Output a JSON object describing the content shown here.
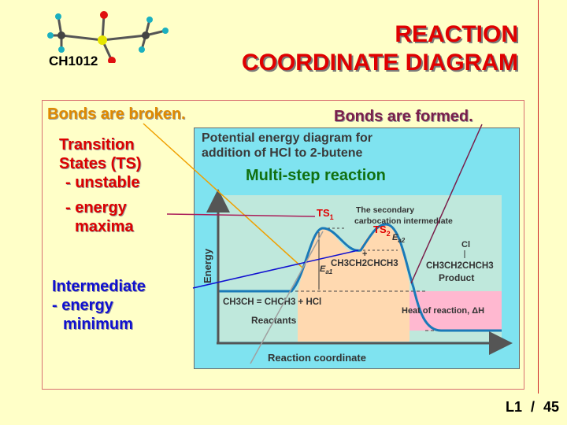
{
  "header": {
    "course_code": "CH1012",
    "title_line1": "REACTION",
    "title_line2": "COORDINATE DIAGRAM"
  },
  "annotations": {
    "bonds_broken": "Bonds are broken.",
    "bonds_formed": "Bonds are formed.",
    "ts_line1": "Transition",
    "ts_line2": "States (TS)",
    "ts_line3": "- unstable",
    "ts_line4": "- energy",
    "ts_line5": "maxima",
    "int_line1": "Intermediate",
    "int_line2": "- energy",
    "int_line3": "minimum"
  },
  "diagram": {
    "title_line1": "Potential energy diagram for",
    "title_line2": "addition of HCl to 2-butene",
    "subtitle": "Multi-step reaction",
    "y_axis_label": "Energy",
    "x_axis_label": "Reaction coordinate",
    "ts1": "TS",
    "ts1_sub": "1",
    "ts2": "TS",
    "ts2_sub": "2",
    "ea1": "E",
    "ea1_sub": "a1",
    "ea2": "E",
    "ea2_sub": "a2",
    "intermediate_label_line1": "The secondary",
    "intermediate_label_line2": "carbocation intermediate",
    "intermediate_formula": "CH3CH2CHCH3",
    "reactants_formula": "CH3CH = CHCH3 + HCl",
    "reactants_label": "Reactants",
    "product_cl": "Cl",
    "product_formula": "CH3CH2CHCH3",
    "product_label": "Product",
    "heat_label": "Heat of reaction, ΔH",
    "colors": {
      "panel": "#7fe3f0",
      "plot": "#bfe8dc",
      "barrier": "#ffd9b0",
      "heat": "#ffb8d0",
      "curve": "#1a7ab8"
    }
  },
  "footer": {
    "page": "L1 / 45"
  }
}
